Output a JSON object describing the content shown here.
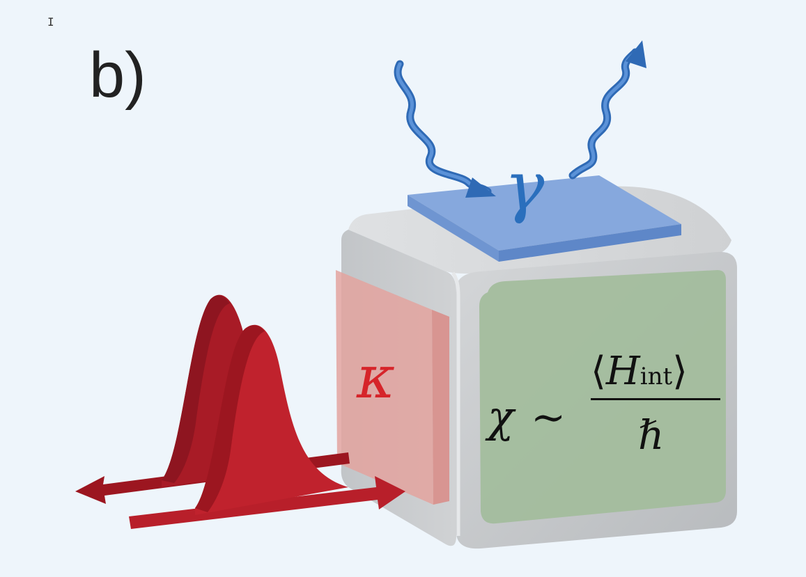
{
  "panel": {
    "label": "b)"
  },
  "cursor": {
    "glyph": "I"
  },
  "labels": {
    "gamma": "γ",
    "kappa": "κ"
  },
  "equation": {
    "lhs": "χ",
    "relation": "∼",
    "numerator_open": "⟨",
    "numerator_var": "H",
    "numerator_sub": "int",
    "numerator_close": "⟩",
    "denominator": "ℏ"
  },
  "colors": {
    "background": "#eef5fb",
    "cube_gray": "#c9cccf",
    "blue_pad": "#7b9fd6",
    "blue_wave": "#3c7cc6",
    "red_pad": "#e3a39f",
    "red_pulse": "#b81f2a",
    "green_pad": "#a3bd9d"
  },
  "icons": {
    "cursor": "text-cursor-icon",
    "incoming_wave": "wavy-arrow-in-icon",
    "outgoing_wave": "wavy-arrow-out-icon",
    "pulse": "gaussian-pulse-icon"
  }
}
